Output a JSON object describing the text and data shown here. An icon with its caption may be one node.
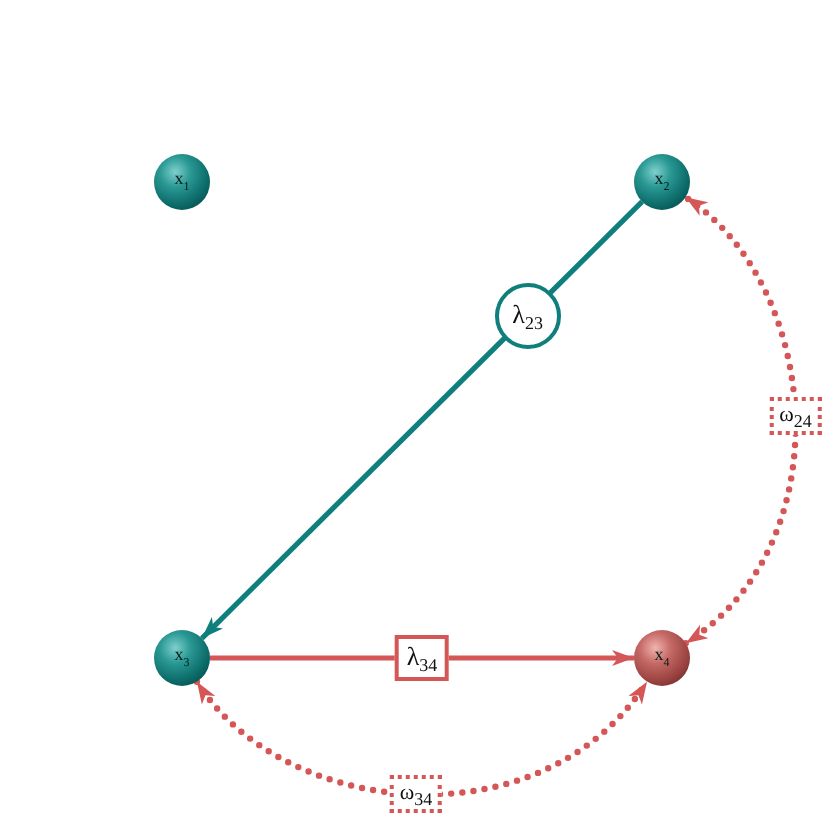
{
  "diagram": {
    "nodes": [
      {
        "text": [
          "x$_{1}$"
        ]
      },
      {
        "text": [
          "x$_{2}$"
        ]
      },
      {
        "text": [
          "x$_{3}$"
        ]
      },
      {
        "text": [
          "x$_{4}$"
        ]
      }
    ],
    "edges": [
      {
        "from": 1,
        "to": 2,
        "arrow": "to",
        "label": "λ$_{23}$",
        "color": "#0e7f7c"
      },
      {
        "from": 2,
        "to": 3,
        "arrow": "to",
        "label": "λ$_{34}$"
      },
      {
        "from": 3,
        "to": 1,
        "arrow": "both",
        "label": "ω$_{24}$",
        "style": "dashed"
      },
      {
        "from": 2,
        "to": 3,
        "arrow": "both",
        "label": "ω$_{34}$",
        "style": "dashed"
      }
    ]
  }
}
